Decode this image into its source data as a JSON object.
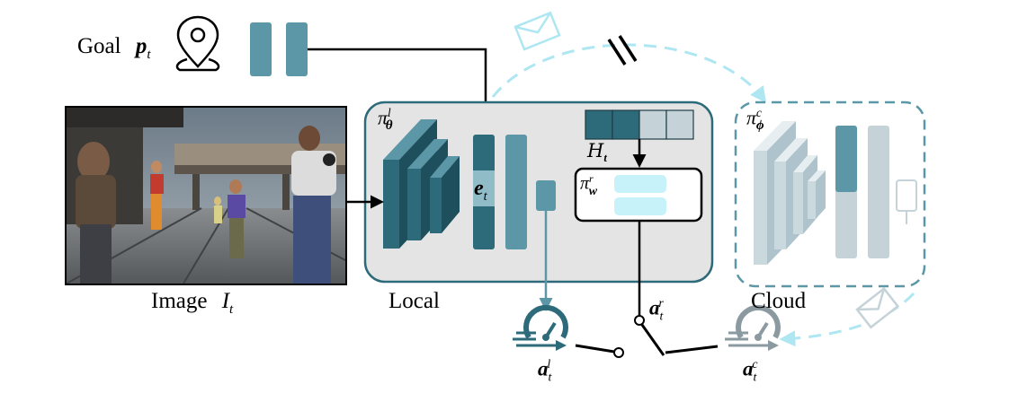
{
  "goal": {
    "label": "Goal",
    "symbol": "p",
    "subscript": "t"
  },
  "image": {
    "label": "Image",
    "symbol": "I",
    "subscript": "t"
  },
  "local": {
    "label": "Local",
    "policy": {
      "symbol": "π",
      "param": "θ",
      "sup": "l"
    },
    "embedding": {
      "symbol": "e",
      "subscript": "t"
    },
    "history": {
      "symbol": "H",
      "subscript": "t"
    },
    "router": {
      "symbol": "π",
      "param": "w",
      "sup": "r"
    }
  },
  "cloud": {
    "label": "Cloud",
    "policy": {
      "symbol": "π",
      "param": "ϕ",
      "sup": "c"
    }
  },
  "actions": {
    "local": {
      "symbol": "a",
      "subscript": "t",
      "sup": "l"
    },
    "router": {
      "symbol": "a",
      "subscript": "t",
      "sup": "r"
    },
    "cloud": {
      "symbol": "a",
      "subscript": "t",
      "sup": "c"
    }
  },
  "colors": {
    "dark_teal": "#2d6a7a",
    "mid_teal": "#5b97a6",
    "light_teal": "#8fbcc7",
    "cyan": "#c8f2fa",
    "local_bg": "#e4e4e4",
    "cloud_gray": "#c5d3d9"
  }
}
